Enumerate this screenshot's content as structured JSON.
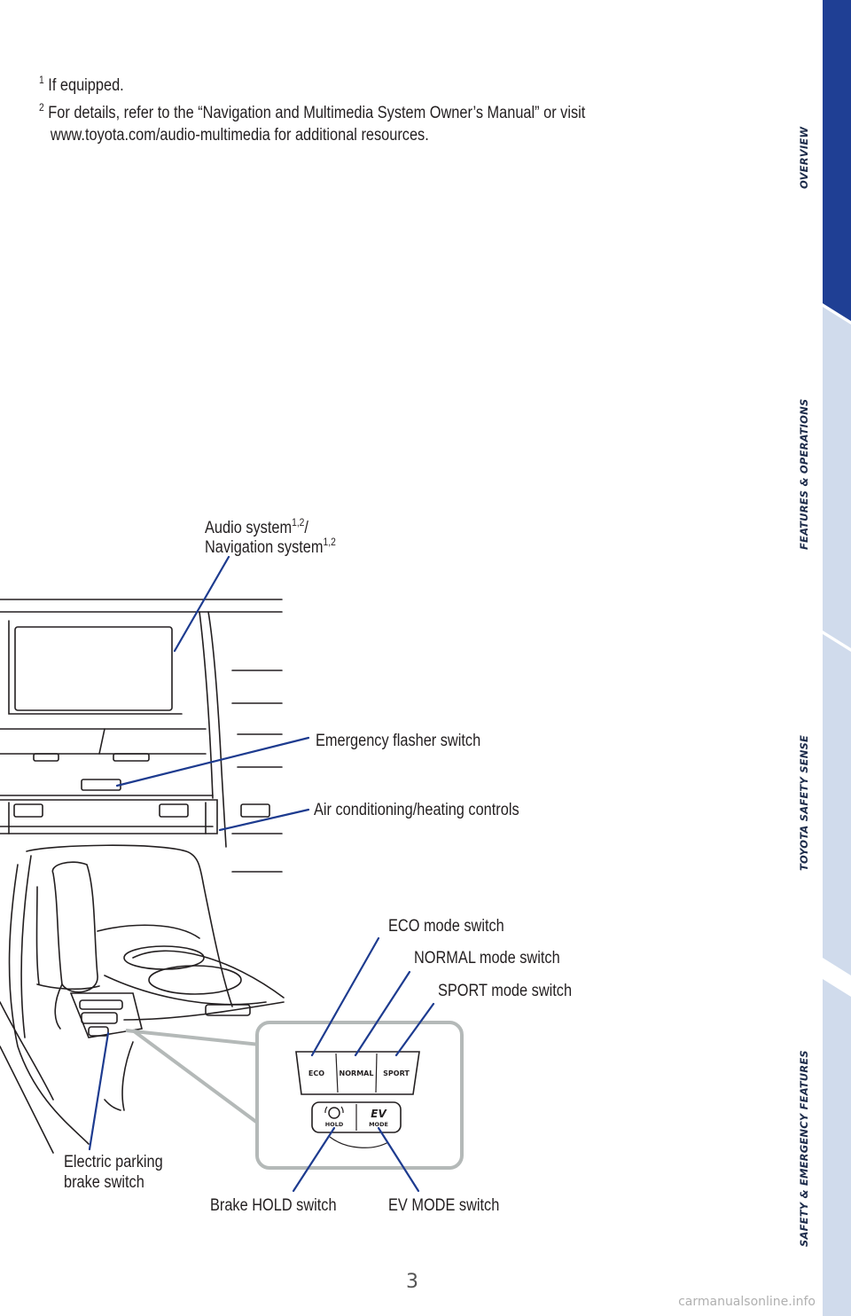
{
  "footnotes": [
    {
      "sup": "1",
      "text": " If equipped."
    },
    {
      "sup": "2",
      "text": " For details, refer to the “Navigation and Multimedia System Owner’s Manual” or visit www.toyota.com/audio-multimedia for additional resources."
    }
  ],
  "side_tabs": {
    "overview": "OVERVIEW",
    "features": "FEATURES & OPERATIONS",
    "safety_sense": "TOYOTA SAFETY SENSE",
    "emergency": "SAFETY & EMERGENCY FEATURES"
  },
  "colors": {
    "active_tab": "#1f3f94",
    "inactive_tab": "#d0dbec",
    "callout_line": "#1d3b8f",
    "inset_frame": "#b4b9b8"
  },
  "callouts": {
    "audio_line1": "Audio system",
    "audio_sup1": "1,2",
    "audio_slash": "/",
    "audio_line2": "Navigation system",
    "audio_sup2": "1,2",
    "emergency_flasher": "Emergency flasher switch",
    "air_conditioning": "Air conditioning/heating controls",
    "eco_mode": "ECO mode switch",
    "normal_mode": "NORMAL mode switch",
    "sport_mode": "SPORT mode switch",
    "parking_brake_line1": "Electric parking",
    "parking_brake_line2": "brake switch",
    "brake_hold": "Brake HOLD switch",
    "ev_mode": "EV MODE switch"
  },
  "switch_panel": {
    "eco": "ECO",
    "normal": "NORMAL",
    "sport": "SPORT",
    "hold": "HOLD",
    "ev": "EV",
    "mode": "MODE"
  },
  "page_number": "3",
  "watermark": "carmanualsonline.info"
}
